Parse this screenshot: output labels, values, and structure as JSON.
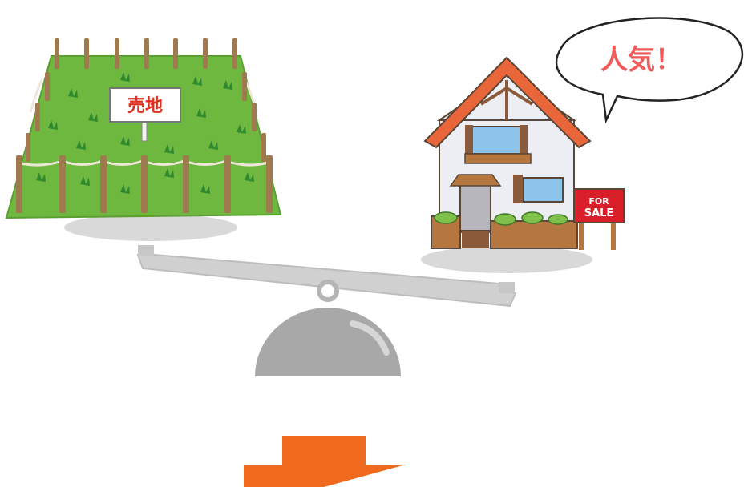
{
  "lot_sign": {
    "text": "売地"
  },
  "house_sign": {
    "line1": "FOR",
    "line2": "SALE"
  },
  "speech_bubble": {
    "text": "人気！"
  },
  "colors": {
    "grass": "#6fb83f",
    "fence_post": "#a07a4f",
    "lot_sign_text": "#e0301e",
    "roof": "#e8663a",
    "house_wall": "#eceef4",
    "sale_sign": "#d8202a",
    "bubble_text": "#ef5b5b",
    "scale": "#c9c9c9",
    "fulcrum": "#a8a8a8",
    "arrow": "#ef6a1c"
  },
  "icons": {
    "lot": "land-lot-icon",
    "house": "house-icon",
    "scale": "balance-scale-icon",
    "arrow": "down-arrow-icon"
  }
}
